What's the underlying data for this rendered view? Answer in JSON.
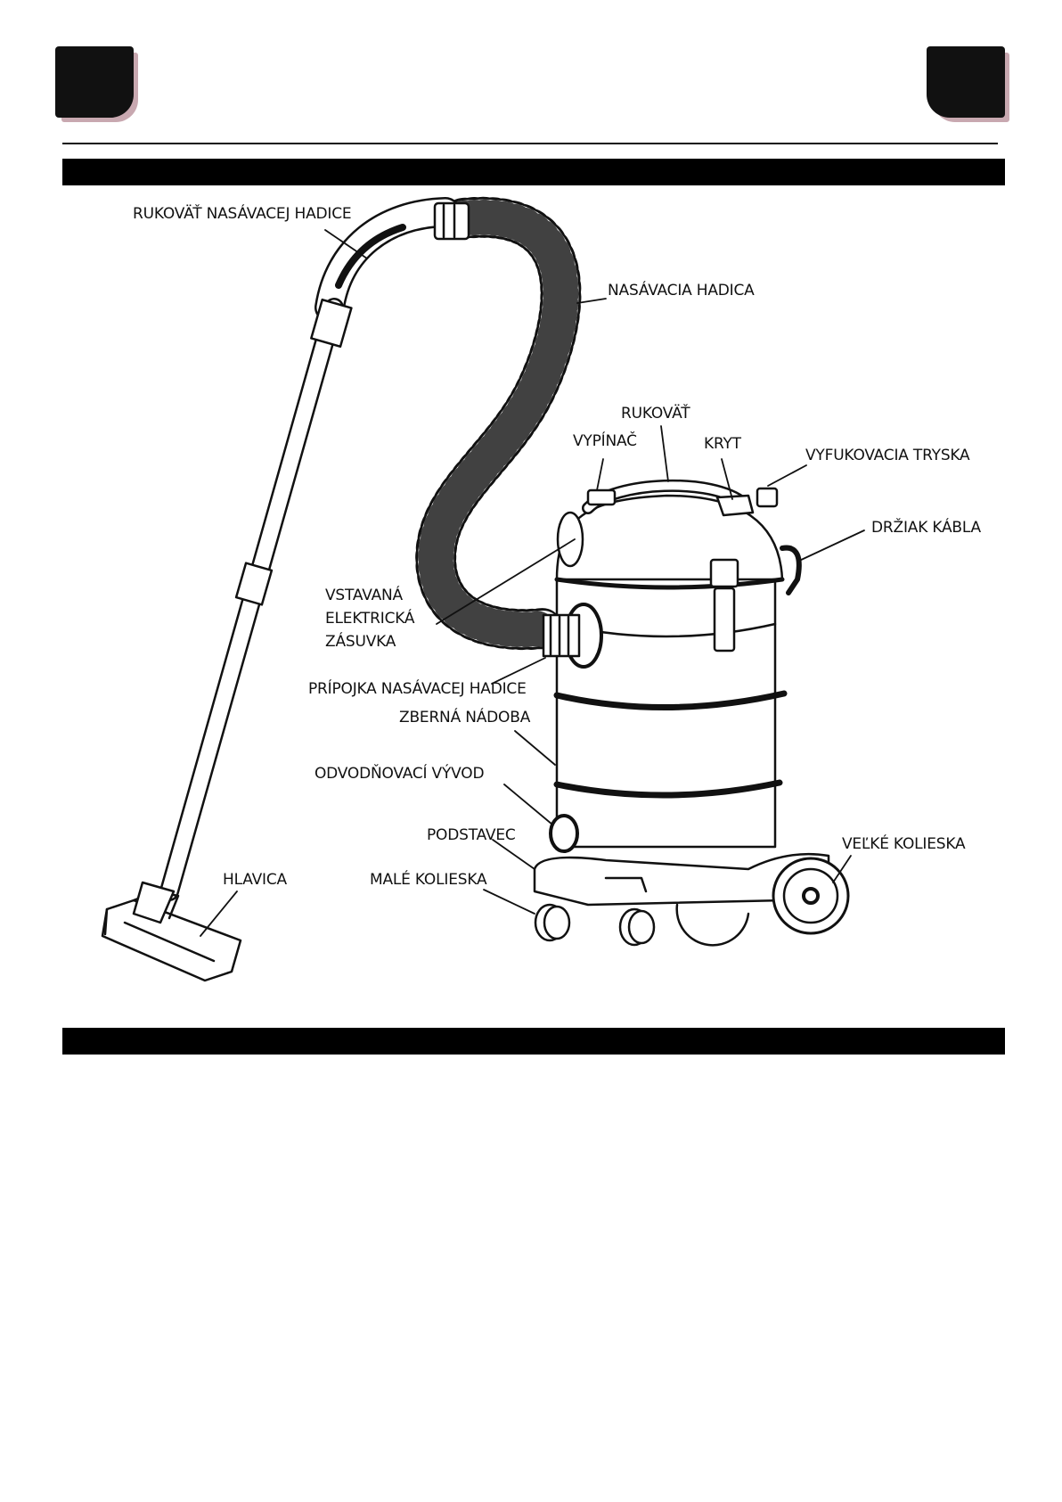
{
  "labels": {
    "hose_handle": "RUKOVÄŤ NASÁVACEJ HADICE",
    "suction_hose": "NASÁVACIA HADICA",
    "handle": "RUKOVÄŤ",
    "switch": "VYPÍNAČ",
    "cover": "KRYT",
    "blower_nozzle": "VYFUKOVACIA TRYSKA",
    "cable_holder": "DRŽIAK KÁBLA",
    "socket_line1": "VSTAVANÁ",
    "socket_line2": "ELEKTRICKÁ",
    "socket_line3": "ZÁSUVKA",
    "hose_connector": "PRÍPOJKA NASÁVACEJ HADICE",
    "container": "ZBERNÁ NÁDOBA",
    "drain_outlet": "ODVODŇOVACÍ VÝVOD",
    "base": "PODSTAVEC",
    "large_wheels": "VEĽKÉ KOLIESKA",
    "head": "HLAVICA",
    "small_wheels": "MALÉ KOLIESKA"
  },
  "colors": {
    "ink": "#111111",
    "tab_shadow": "#c8a8b0",
    "bar": "#000000"
  }
}
